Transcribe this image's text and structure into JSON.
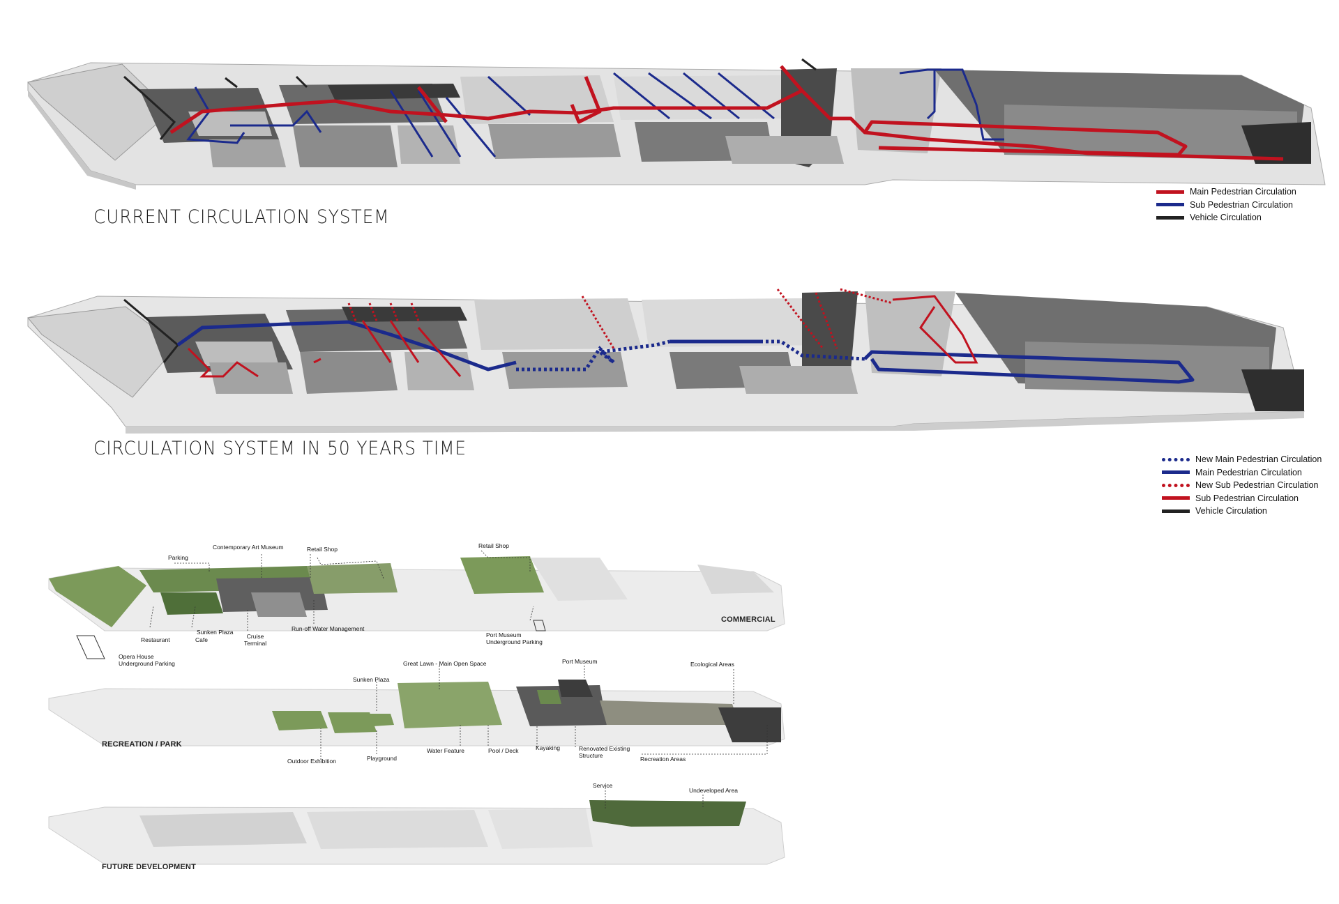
{
  "titles": {
    "current": "CURRENT CIRCULATION  SYSTEM",
    "future": "CIRCULATION  SYSTEM IN 50 YEARS TIME"
  },
  "legend_current": [
    {
      "label": "Main Pedestrian Circulation",
      "color": "#c1121f",
      "style": "solid"
    },
    {
      "label": "Sub Pedestrian Circulation",
      "color": "#1b2a8c",
      "style": "solid"
    },
    {
      "label": "Vehicle Circulation",
      "color": "#222222",
      "style": "solid"
    }
  ],
  "legend_future": [
    {
      "label": "New Main Pedestrian Circulation",
      "color": "#1b2a8c",
      "style": "dotted"
    },
    {
      "label": "Main Pedestrian Circulation",
      "color": "#1b2a8c",
      "style": "solid"
    },
    {
      "label": "New Sub Pedestrian Circulation",
      "color": "#c1121f",
      "style": "dotted"
    },
    {
      "label": "Sub Pedestrian Circulation",
      "color": "#c1121f",
      "style": "solid"
    },
    {
      "label": "Vehicle Circulation",
      "color": "#222222",
      "style": "solid"
    }
  ],
  "commercial": {
    "title": "COMMERCIAL",
    "labels": {
      "parking": "Parking",
      "art_museum": "Contemporary Art Museum",
      "retail_shop_1": "Retail Shop",
      "retail_shop_2": "Retail Shop",
      "restaurant": "Restaurant",
      "sunken_plaza": "Sunken Plaza",
      "cafe": "Cafe",
      "cruise_terminal": "Cruise\nTerminal",
      "runoff": "Run-off Water Management",
      "port_museum_parking": "Port Museum\nUnderground Parking",
      "opera_parking": "Opera House\nUnderground Parking"
    }
  },
  "recreation": {
    "title": "RECREATION / PARK",
    "labels": {
      "great_lawn": "Great Lawn - Main Open Space",
      "port_museum": "Port Museum",
      "ecological": "Ecological Areas",
      "sunken_plaza": "Sunken Plaza",
      "outdoor_exhibition": "Outdoor Exhibition",
      "playground": "Playground",
      "water_feature": "Water Feature",
      "pool_deck": "Pool / Deck",
      "kayaking": "Kayaking",
      "renovated": "Renovated Existing\nStructure",
      "recreation_areas": "Recreation Areas"
    }
  },
  "future_dev": {
    "title": "FUTURE DEVELOPMENT",
    "labels": {
      "service": "Service",
      "undeveloped": "Undeveloped Area"
    }
  }
}
